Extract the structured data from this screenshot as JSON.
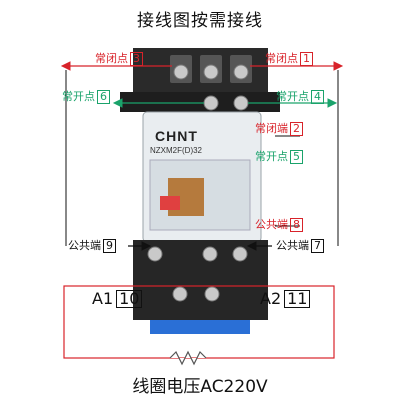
{
  "title": "接线图按需接线",
  "bottom_label": "线圈电压AC220V",
  "brand": "CHNT",
  "model": "NZXM2F(D)32",
  "labels": {
    "nc1": {
      "text": "常闭点",
      "num": "1"
    },
    "nc3": {
      "text": "常闭点",
      "num": "3"
    },
    "no4": {
      "text": "常开点",
      "num": "4"
    },
    "no6": {
      "text": "常开点",
      "num": "6"
    },
    "nc2": {
      "text": "常闭端",
      "num": "2"
    },
    "no5": {
      "text": "常开点",
      "num": "5"
    },
    "com8": {
      "text": "公共端",
      "num": "8"
    },
    "com9": {
      "text": "公共端",
      "num": "9"
    },
    "com7": {
      "text": "公共端",
      "num": "7"
    },
    "a1": {
      "text": "A1",
      "num": "10"
    },
    "a2": {
      "text": "A2",
      "num": "11"
    }
  },
  "colors": {
    "red": "#d8232a",
    "green": "#1aa36b",
    "black": "#111111",
    "blue": "#2a6fd6"
  }
}
